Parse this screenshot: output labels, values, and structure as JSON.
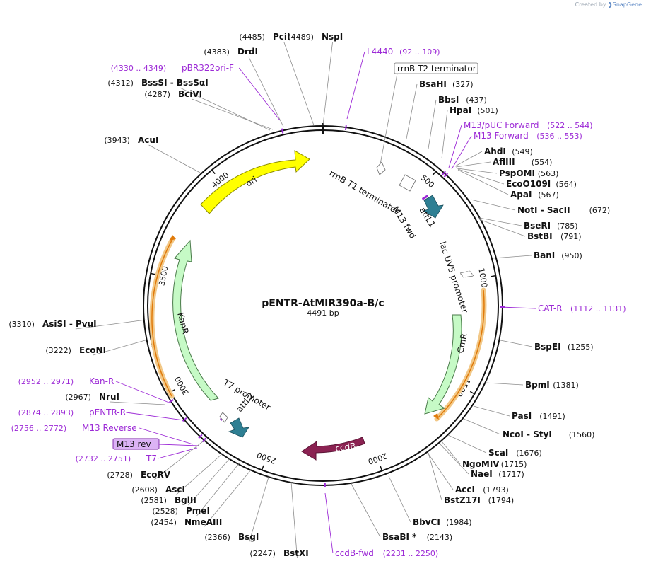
{
  "credit": {
    "prefix": "Created by",
    "brand": "SnapGene"
  },
  "plasmid": {
    "name": "pENTR-AtMIR390a-B/c",
    "length_label": "4491 bp",
    "length": 4491
  },
  "ticks": [
    "500",
    "1000",
    "1500",
    "2000",
    "2500",
    "3000",
    "3500",
    "4000"
  ],
  "features": {
    "ori": "ori",
    "kanr": "KanR",
    "cmr": "CmR",
    "ccdb": "ccdB",
    "attl1": "attL1",
    "attl2": "attL2",
    "m13fwd": "M13 fwd",
    "rrnb_t1": "rrnB T1 terminator",
    "rrnb_t2": "rrnB T2 terminator",
    "lacuv5": "lac UV5 promoter",
    "t7": "T7 promoter",
    "m13rev": "M13 rev"
  },
  "colors": {
    "ori": "#ffff00",
    "marker": "#c6fac6",
    "att": "#2e7f93",
    "ccdb": "#8b2252",
    "primer": "#9c29d6",
    "highlight": "#f2c887"
  },
  "sites": [
    {
      "name": "PciI",
      "pos": "(4485)"
    },
    {
      "name": "NspI",
      "pos": "(4489)"
    },
    {
      "name": "DrdI",
      "pos": "(4383)"
    },
    {
      "name": "BssSI - BssSαI",
      "pos": "(4312)"
    },
    {
      "name": "BciVI",
      "pos": "(4287)"
    },
    {
      "name": "AcuI",
      "pos": "(3943)"
    },
    {
      "name": "AsiSI - PvuI",
      "pos": "(3310)"
    },
    {
      "name": "EcoNI",
      "pos": "(3222)"
    },
    {
      "name": "NruI",
      "pos": "(2967)"
    },
    {
      "name": "EcoRV",
      "pos": "(2728)"
    },
    {
      "name": "AscI",
      "pos": "(2608)"
    },
    {
      "name": "BglII",
      "pos": "(2581)"
    },
    {
      "name": "PmeI",
      "pos": "(2528)"
    },
    {
      "name": "NmeAIII",
      "pos": "(2454)"
    },
    {
      "name": "BsgI",
      "pos": "(2366)"
    },
    {
      "name": "BstXI",
      "pos": "(2247)"
    },
    {
      "name": "BsaBI *",
      "pos": "(2143)"
    },
    {
      "name": "BbvCI",
      "pos": "(1984)"
    },
    {
      "name": "AccI",
      "pos": "(1793)"
    },
    {
      "name": "BstZ17I",
      "pos": "(1794)"
    },
    {
      "name": "NaeI",
      "pos": "(1717)"
    },
    {
      "name": "NgoMIV",
      "pos": "(1715)"
    },
    {
      "name": "ScaI",
      "pos": "(1676)"
    },
    {
      "name": "NcoI - StyI",
      "pos": "(1560)"
    },
    {
      "name": "PasI",
      "pos": "(1491)"
    },
    {
      "name": "BpmI",
      "pos": "(1381)"
    },
    {
      "name": "BspEI",
      "pos": "(1255)"
    },
    {
      "name": "BanI",
      "pos": "(950)"
    },
    {
      "name": "BstBI",
      "pos": "(791)"
    },
    {
      "name": "BseRI",
      "pos": "(785)"
    },
    {
      "name": "NotI - SacII",
      "pos": "(672)"
    },
    {
      "name": "ApaI",
      "pos": "(567)"
    },
    {
      "name": "EcoO109I",
      "pos": "(564)"
    },
    {
      "name": "PspOMI",
      "pos": "(563)"
    },
    {
      "name": "AflIII",
      "pos": "(554)"
    },
    {
      "name": "AhdI",
      "pos": "(549)"
    },
    {
      "name": "HpaI",
      "pos": "(501)"
    },
    {
      "name": "BbsI",
      "pos": "(437)"
    },
    {
      "name": "BsaHI",
      "pos": "(327)"
    }
  ],
  "primers": [
    {
      "name": "L4440",
      "pos": "(92 .. 109)"
    },
    {
      "name": "pBR322ori-F",
      "pos": "(4330 .. 4349)"
    },
    {
      "name": "M13/pUC Forward",
      "pos": "(522 .. 544)"
    },
    {
      "name": "M13 Forward",
      "pos": "(536 .. 553)"
    },
    {
      "name": "CAT-R",
      "pos": "(1112 .. 1131)"
    },
    {
      "name": "ccdB-fwd",
      "pos": "(2231 .. 2250)"
    },
    {
      "name": "T7",
      "pos": "(2732 .. 2751)"
    },
    {
      "name": "M13 Reverse",
      "pos": "(2756 .. 2772)"
    },
    {
      "name": "pENTR-R",
      "pos": "(2874 .. 2893)"
    },
    {
      "name": "Kan-R",
      "pos": "(2952 .. 2971)"
    }
  ]
}
